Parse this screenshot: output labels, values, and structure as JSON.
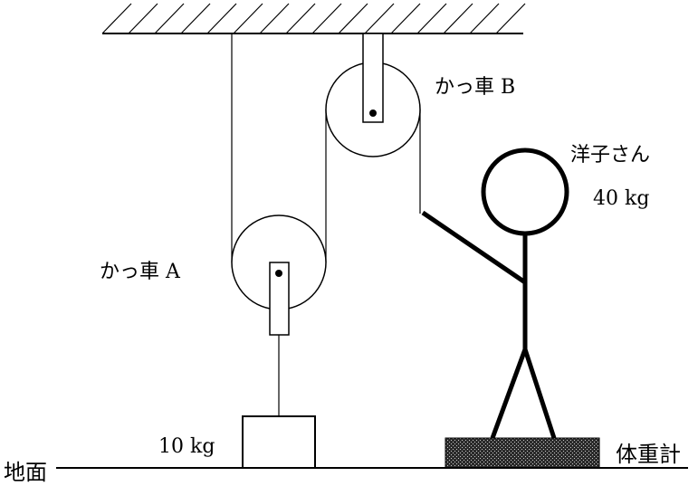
{
  "labels": {
    "pulley_b": "かっ車 B",
    "pulley_a": "かっ車 A",
    "person_name": "洋子さん",
    "person_mass": "40 kg",
    "block_mass": "10 kg",
    "ground": "地面",
    "scale": "体重計"
  },
  "colors": {
    "stroke": "#000000",
    "background": "#ffffff",
    "scale_fill": "#2b2b2b"
  }
}
